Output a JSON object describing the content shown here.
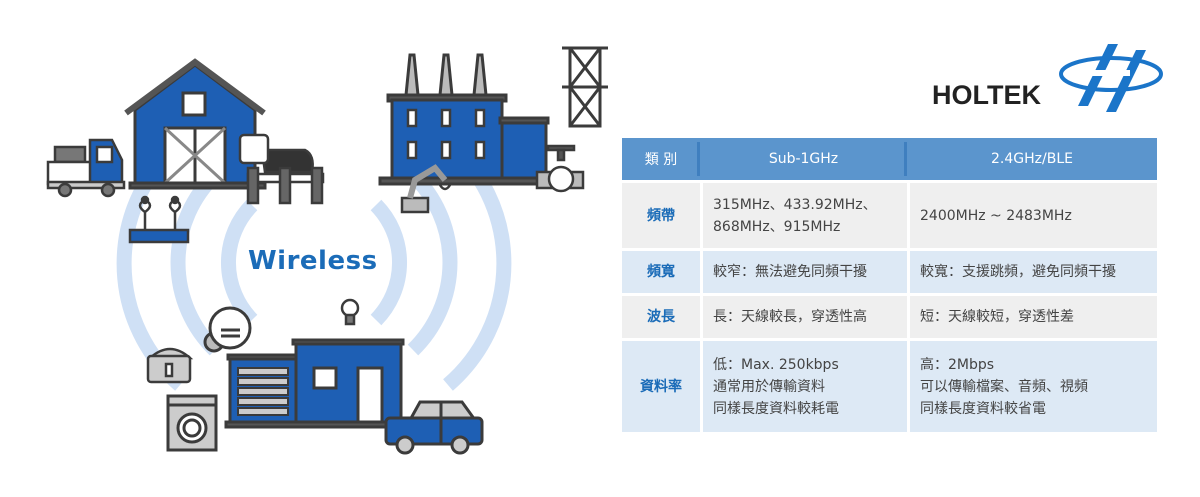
{
  "illustration": {
    "center_label": "Wireless",
    "scenes": [
      "barn",
      "truck",
      "cow-fence",
      "plant-seedlings",
      "factory",
      "transmission-tower",
      "robot-arm",
      "pipe-valve-gauge",
      "smart-meter",
      "rice-cooker",
      "washing-machine",
      "house-garage",
      "light-bulb",
      "car"
    ],
    "colors": {
      "primary_blue": "#1e5fb4",
      "arc_blue": "#cfe0f5",
      "outline": "#3b3b3b",
      "gray": "#bfbfbf"
    }
  },
  "logo": {
    "text": "HOLTEK",
    "color": "#1b75c9"
  },
  "table": {
    "headers": [
      "類 別",
      "Sub-1GHz",
      "2.4GHz/BLE"
    ],
    "colors": {
      "header_bg": "#5b95cd",
      "row_gray": "#efefef",
      "row_blue": "#dde9f5",
      "category_text": "#1b6cb8"
    },
    "rows": [
      {
        "category": "頻帶",
        "sub1ghz": [
          "315MHz、433.92MHz、",
          "868MHz、915MHz"
        ],
        "ghz24": [
          "2400MHz ~ 2483MHz"
        ]
      },
      {
        "category": "頻寬",
        "sub1ghz": [
          "較窄：無法避免同頻干擾"
        ],
        "ghz24": [
          "較寬：支援跳頻，避免同頻干擾"
        ]
      },
      {
        "category": "波長",
        "sub1ghz": [
          "長：天線較長，穿透性高"
        ],
        "ghz24": [
          "短：天線較短，穿透性差"
        ]
      },
      {
        "category": "資料率",
        "sub1ghz": [
          "低：Max. 250kbps",
          "通常用於傳輸資料",
          "同樣長度資料較耗電"
        ],
        "ghz24": [
          "高：2Mbps",
          "可以傳輸檔案、音頻、視頻",
          "同樣長度資料較省電"
        ]
      }
    ]
  }
}
